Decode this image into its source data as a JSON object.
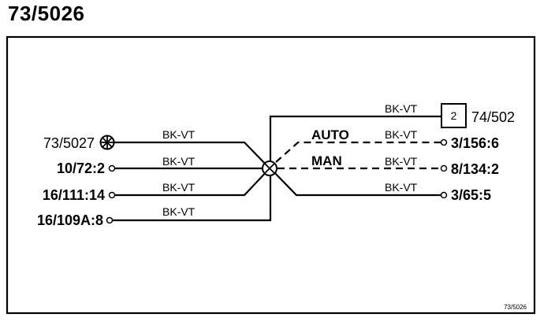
{
  "diagram": {
    "title": "73/5026",
    "reference_code": "73/5026",
    "wire_color_label": "BK-VT",
    "switch_labels": {
      "auto": "AUTO",
      "man": "MAN"
    },
    "splice_number": "2",
    "connectors": {
      "left": [
        "73/5027",
        "10/72:2",
        "16/111:14",
        "16/109A:8"
      ],
      "right": [
        "74/502",
        "3/156:6",
        "8/134:2",
        "3/65:5"
      ]
    }
  }
}
